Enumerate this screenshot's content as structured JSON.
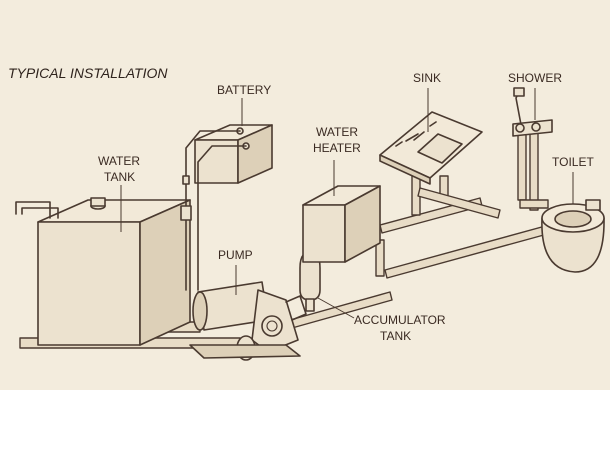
{
  "title": "TYPICAL INSTALLATION",
  "labels": {
    "battery": "BATTERY",
    "sink": "SINK",
    "shower": "SHOWER",
    "water_heater_line1": "WATER",
    "water_heater_line2": "HEATER",
    "toilet": "TOILET",
    "water_tank_line1": "WATER",
    "water_tank_line2": "TANK",
    "pump": "PUMP",
    "accumulator_line1": "ACCUMULATOR",
    "accumulator_line2": "TANK"
  },
  "colors": {
    "background": "#f3ecdd",
    "ink": "#4a3a30",
    "frame_bottom": "#ffffff"
  }
}
